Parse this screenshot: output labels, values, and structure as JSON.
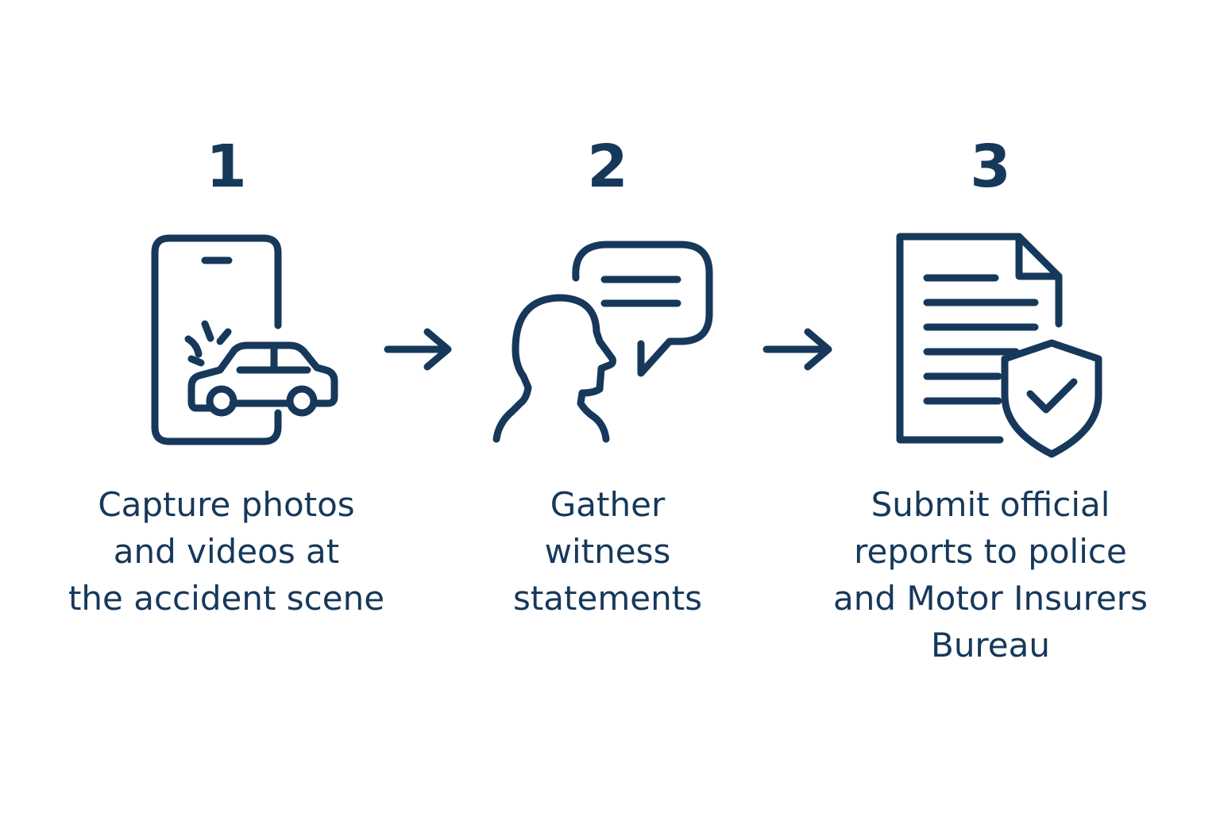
{
  "colors": {
    "ink": "#16385a",
    "background": "#ffffff"
  },
  "steps": [
    {
      "number": "1",
      "icon": "smartphone-car-accident-icon",
      "caption": [
        "Capture photos",
        "and videos at",
        "the accident scene"
      ]
    },
    {
      "number": "2",
      "icon": "person-speech-bubble-icon",
      "caption": [
        "Gather",
        "witness",
        "statements"
      ]
    },
    {
      "number": "3",
      "icon": "document-shield-check-icon",
      "caption": [
        "Submit official",
        "reports to police",
        "and Motor Insurers",
        "Bureau"
      ]
    }
  ],
  "connectors": [
    {
      "icon": "arrow-right-icon"
    },
    {
      "icon": "arrow-right-icon"
    }
  ]
}
